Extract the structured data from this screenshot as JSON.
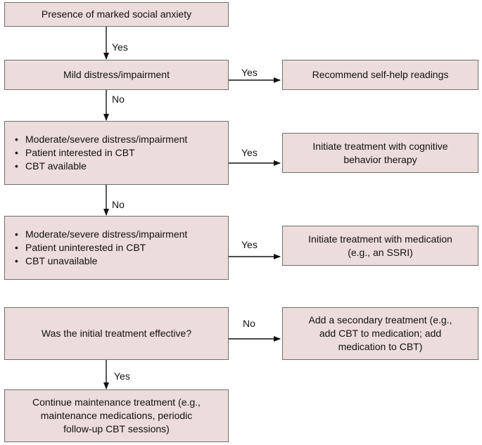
{
  "flowchart": {
    "start": "Presence of marked social anxiety",
    "mild": "Mild distress/impairment",
    "selfhelp": "Recommend self-help readings",
    "cbt_condition": [
      "Moderate/severe distress/impairment",
      "Patient interested in CBT",
      "CBT available"
    ],
    "cbt_action": [
      "Initiate treatment with cognitive",
      "behavior therapy"
    ],
    "med_condition": [
      "Moderate/severe distress/impairment",
      "Patient uninterested in CBT",
      "CBT unavailable"
    ],
    "med_action": [
      "Initiate treatment with medication",
      "(e.g., an SSRI)"
    ],
    "effective_q": "Was the initial treatment effective?",
    "secondary": [
      "Add a secondary treatment (e.g.,",
      "add CBT to medication; add",
      "medication to CBT)"
    ],
    "maintenance": [
      "Continue maintenance treatment (e.g.,",
      "maintenance medications, periodic",
      "follow-up CBT sessions)"
    ]
  },
  "labels": {
    "yes": "Yes",
    "no": "No"
  },
  "colors": {
    "box_fill": "#ecdcdc",
    "box_border": "#6f6f6f",
    "line": "#111111"
  }
}
